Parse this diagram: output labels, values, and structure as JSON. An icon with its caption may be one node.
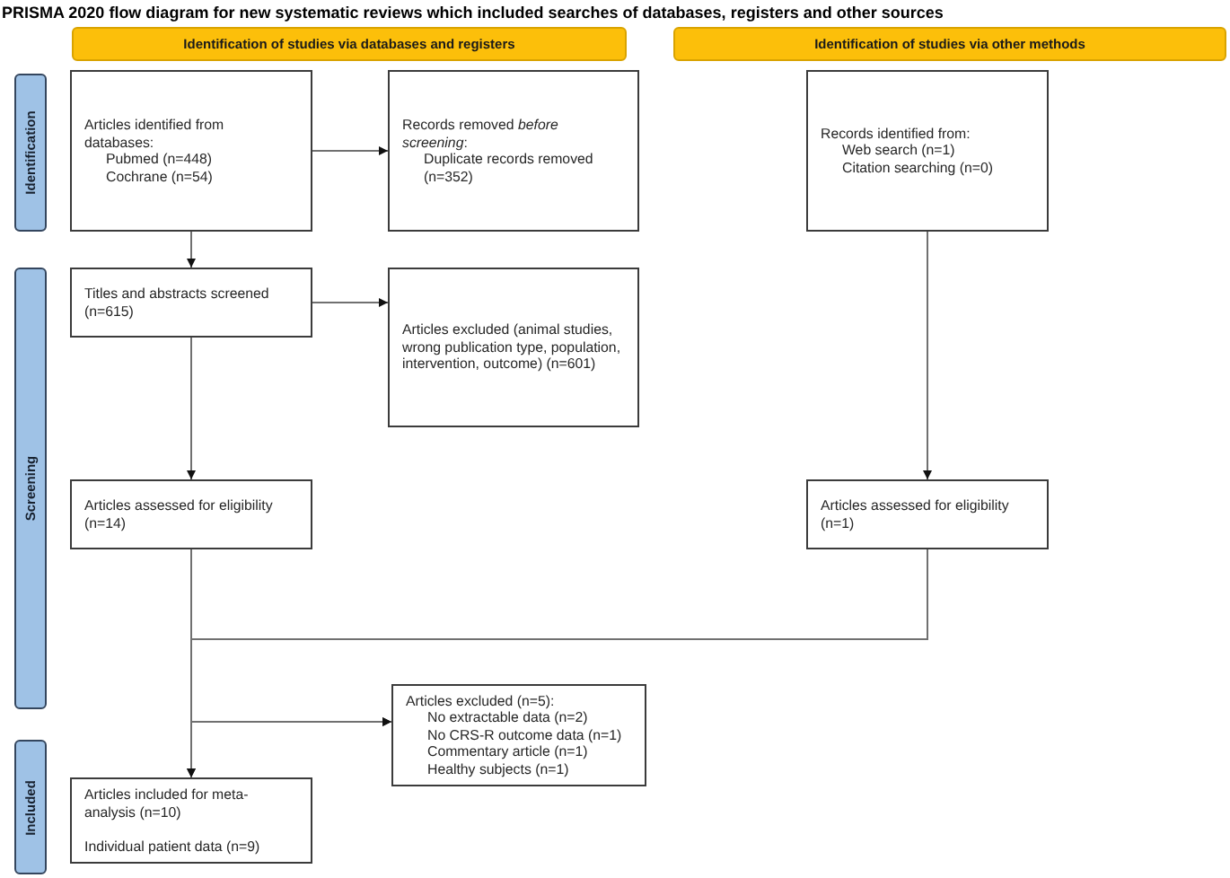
{
  "diagram": {
    "title": "PRISMA 2020 flow diagram for new systematic reviews which included searches of databases, registers and other sources",
    "nodes": [
      {
        "text": [
          "Identification of studies via databases and registers"
        ]
      },
      {
        "text": [
          "Identification of studies via other methods"
        ]
      },
      {
        "text": [
          "Identification"
        ]
      },
      {
        "text": [
          "Articles identified from databases:",
          "Pubmed (n=448)",
          "Cochrane (n=54)"
        ]
      },
      {
        "text": [
          "Records removed *before screening*:",
          "Duplicate records removed (n=352)"
        ]
      },
      {
        "text": [
          "Records identified from:",
          "Web search (n=1)",
          "Citation searching (n=0)"
        ]
      },
      {
        "text": [
          "Screening"
        ]
      },
      {
        "text": [
          "Titles and abstracts screened (n=615)"
        ]
      },
      {
        "text": [
          "Articles excluded (animal studies, wrong publication type, population, intervention, outcome) (n=601)"
        ]
      },
      {
        "text": [
          "Articles assessed for eligibility (n=14)"
        ]
      },
      {
        "text": [
          "Articles assessed for eligibility (n=1)"
        ]
      },
      {
        "text": [
          "Articles excluded (n=5):",
          "No extractable data (n=2)",
          "No CRS-R outcome data (n=1)",
          "Commentary article (n=1)",
          "Healthy subjects (n=1)"
        ]
      },
      {
        "text": [
          "Included"
        ]
      },
      {
        "text": [
          "Articles included for meta-analysis (n=10)",
          "Individual patient data (n=9)"
        ]
      }
    ],
    "edges": [
      {
        "from": 3,
        "to": 4,
        "arrow": "to"
      },
      {
        "from": 3,
        "to": 7,
        "arrow": "to"
      },
      {
        "from": 7,
        "to": 8,
        "arrow": "to"
      },
      {
        "from": 7,
        "to": 9,
        "arrow": "to"
      },
      {
        "from": 5,
        "to": 10,
        "arrow": "to"
      },
      {
        "from": 9,
        "to": 13,
        "arrow": "to"
      },
      {
        "from": 10,
        "to": 13,
        "arrow": "to"
      },
      {
        "from": 9,
        "to": 11,
        "arrow": "to"
      },
      {
        "from": 10,
        "to": 11,
        "arrow": "to"
      }
    ]
  }
}
